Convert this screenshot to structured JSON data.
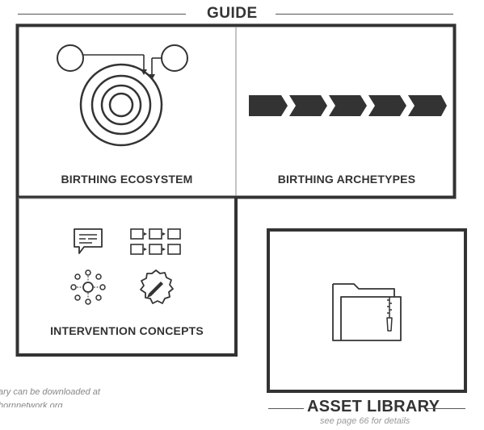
{
  "guide": {
    "title": "GUIDE"
  },
  "panels": {
    "ecosystem": {
      "label": "BIRTHING ECOSYSTEM",
      "icon": "concentric-target-icon"
    },
    "archetypes": {
      "label": "BIRTHING ARCHETYPES",
      "icon": "chevron-arrow-chain-icon"
    },
    "interventions": {
      "label": "INTERVENTION CONCEPTS",
      "icons": [
        "speech-bubble-icon",
        "storyboard-grid-icon",
        "network-node-icon",
        "badge-pen-icon"
      ]
    }
  },
  "asset_library": {
    "title": "ASSET LIBRARY",
    "subtitle": "see page 66 for details",
    "icon": "zip-folder-icon"
  },
  "footnote": {
    "line1": "ary can be downloaded at",
    "line2": "hornnetwork.org"
  },
  "colors": {
    "frame": "#333333",
    "text": "#333333",
    "muted": "#888888"
  }
}
